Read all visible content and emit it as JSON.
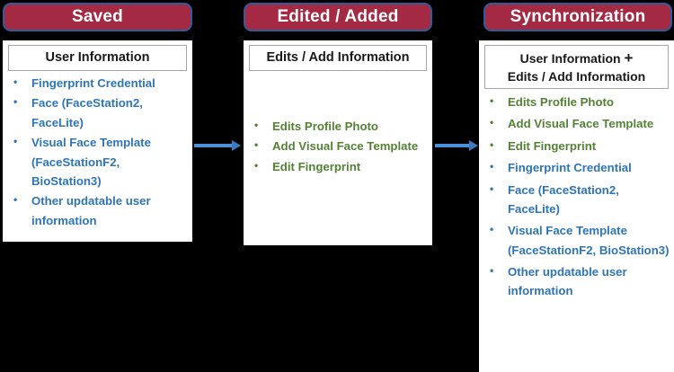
{
  "columns": [
    {
      "id": "saved",
      "pill_label": "Saved",
      "panel_heading": "User Information",
      "items": [
        {
          "text": "Fingerprint Credential",
          "color": "blue"
        },
        {
          "text": "Face (FaceStation2, FaceLite)",
          "color": "blue"
        },
        {
          "text": "Visual Face Template (FaceStationF2, BioStation3)",
          "color": "blue"
        },
        {
          "text": "Other updatable user information",
          "color": "blue"
        }
      ]
    },
    {
      "id": "edited",
      "pill_label": "Edited / Added",
      "panel_heading": "Edits / Add Information",
      "items": [
        {
          "text": "Edits Profile Photo",
          "color": "green"
        },
        {
          "text": "Add Visual Face Template",
          "color": "green"
        },
        {
          "text": "Edit Fingerprint",
          "color": "green"
        }
      ]
    },
    {
      "id": "sync",
      "pill_label": "Synchronization",
      "panel_heading_line1": "User Information",
      "panel_heading_plus": "+",
      "panel_heading_line2": "Edits / Add Information",
      "items": [
        {
          "text": "Edits Profile Photo",
          "color": "green"
        },
        {
          "text": "Add Visual Face Template",
          "color": "green"
        },
        {
          "text": "Edit Fingerprint",
          "color": "green"
        },
        {
          "text": "Fingerprint Credential",
          "color": "blue"
        },
        {
          "text": "Face (FaceStation2, FaceLite)",
          "color": "blue"
        },
        {
          "text": "Visual Face Template (FaceStationF2, BioStation3)",
          "color": "blue"
        },
        {
          "text": "Other updatable user information",
          "color": "blue"
        }
      ]
    }
  ],
  "arrows": [
    {
      "id": "arrow-saved-to-edited",
      "direction": "right"
    },
    {
      "id": "arrow-edited-to-sync",
      "direction": "right"
    }
  ],
  "colors": {
    "pill_background": "#A42A44",
    "pill_border": "#2E5B9A",
    "pill_text": "#FFFFFF",
    "panel_background": "#FFFFFF",
    "canvas_background": "#000000",
    "blue_text": "#2E75B6",
    "green_text": "#548235",
    "arrow": "#4A90D9",
    "heading_border": "#A6A6A6"
  }
}
